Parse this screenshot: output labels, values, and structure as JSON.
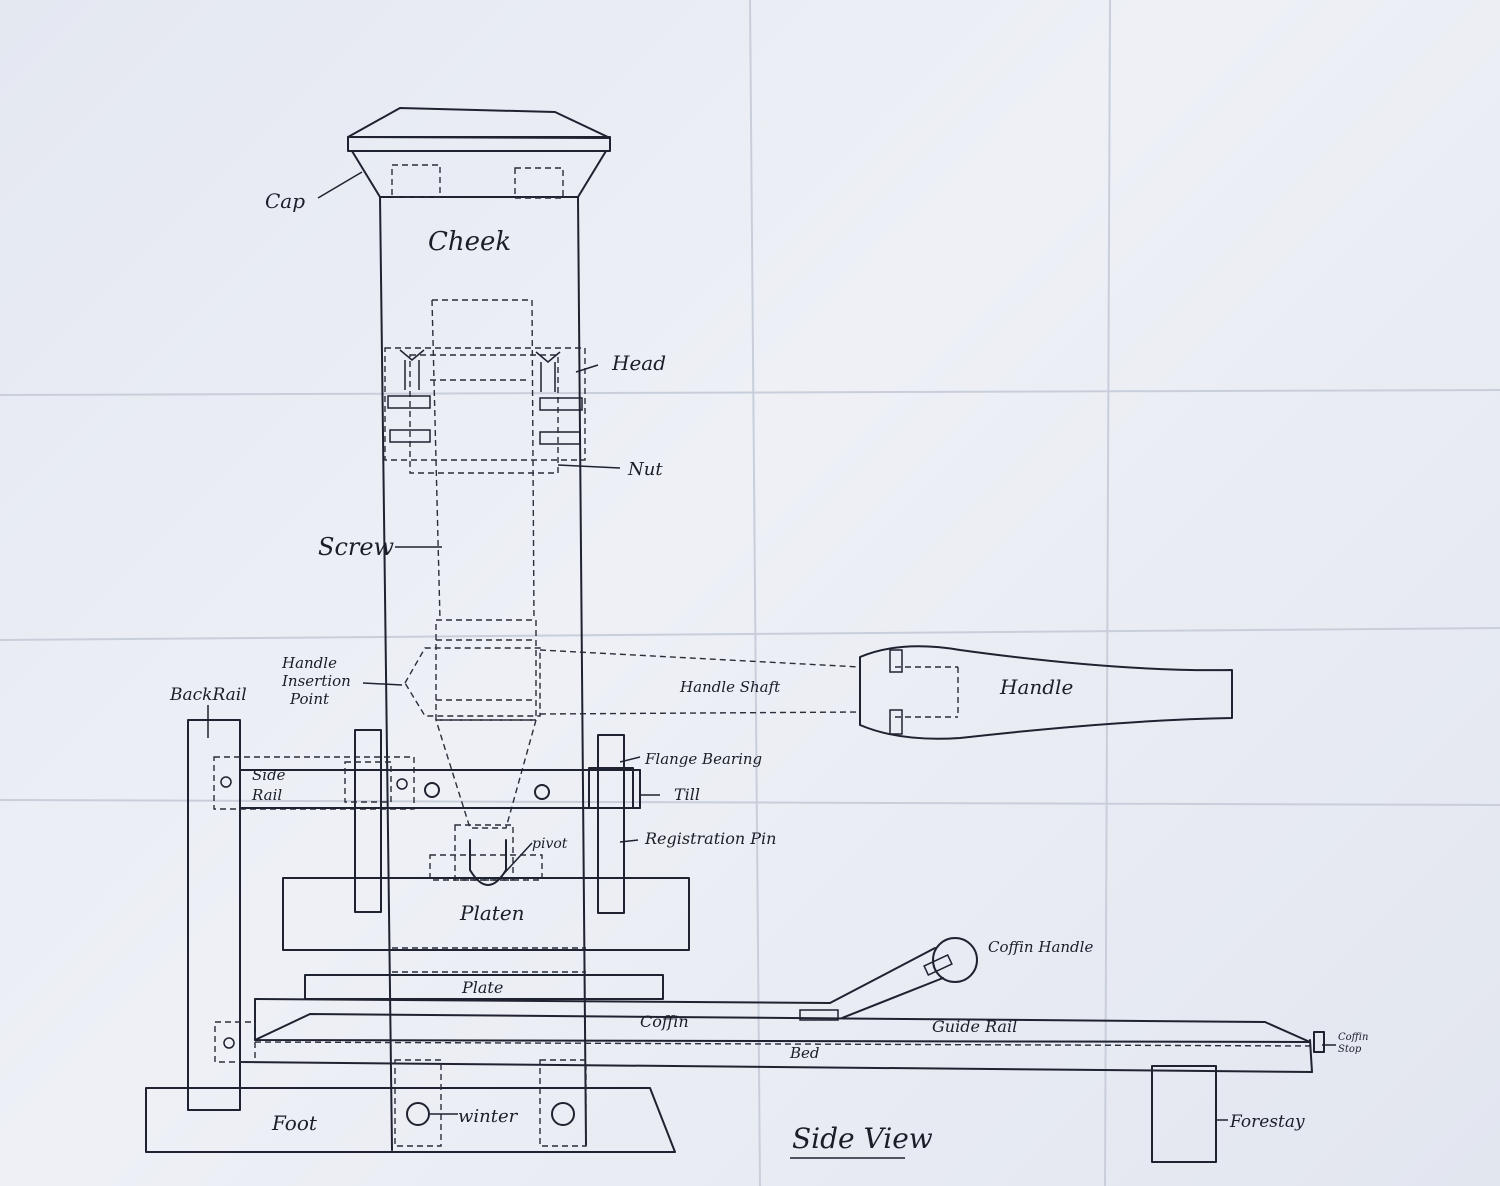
{
  "title": "Side View",
  "labels": {
    "cap": "Cap",
    "cheek": "Cheek",
    "head": "Head",
    "nut": "Nut",
    "screw": "Screw",
    "handle_insertion_point": [
      "Handle",
      "Insertion",
      "Point"
    ],
    "handle_shaft": "Handle Shaft",
    "handle": "Handle",
    "back_rail": "BackRail",
    "side_rail": [
      "Side",
      "Rail"
    ],
    "flange_bearing": "Flange Bearing",
    "till": "Till",
    "registration_pin": "Registration Pin",
    "pivot": "pivot",
    "platen": "Platen",
    "coffin_handle": "Coffin Handle",
    "plate": "Plate",
    "coffin": "Coffin",
    "guide_rail": "Guide Rail",
    "bed": "Bed",
    "coffin_stop": [
      "Coffin",
      "Stop"
    ],
    "foot": "Foot",
    "winter": "winter",
    "forestay": "Forestay"
  }
}
